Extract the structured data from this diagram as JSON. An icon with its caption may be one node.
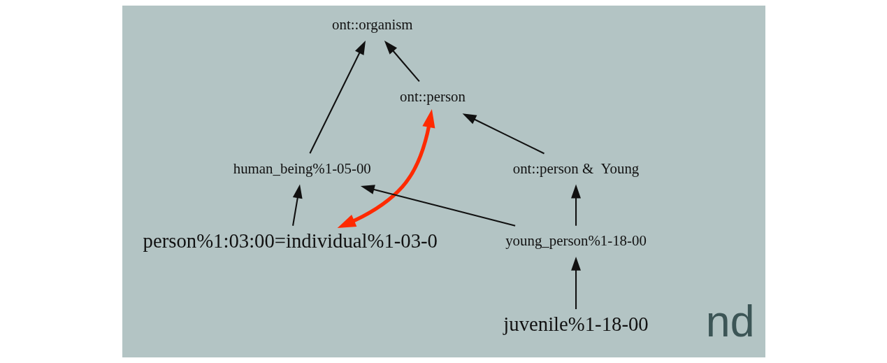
{
  "diagram": {
    "nodes": [
      {
        "text": [
          "ont::organism"
        ]
      },
      {
        "text": [
          "human_being%1-05-00"
        ]
      },
      {
        "text": [
          "ont::person"
        ]
      },
      {
        "text": [
          "ont::person &  Young"
        ]
      },
      {
        "text": [
          "person%1:03:00=individual%1-03-0"
        ]
      },
      {
        "text": [
          "young_person%1-18-00"
        ]
      },
      {
        "text": [
          "juvenile%1-18-00"
        ]
      }
    ],
    "edges": [
      {
        "from": 1,
        "to": 0,
        "arrow": "to"
      },
      {
        "from": 2,
        "to": 0,
        "arrow": "to"
      },
      {
        "from": 4,
        "to": 1,
        "arrow": "to"
      },
      {
        "from": 5,
        "to": 1,
        "arrow": "to"
      },
      {
        "from": 4,
        "to": 2,
        "arrow": "both",
        "style": "thick",
        "color": "#ff2a00"
      },
      {
        "from": 3,
        "to": 2,
        "arrow": "to"
      },
      {
        "from": 5,
        "to": 3,
        "arrow": "to"
      },
      {
        "from": 6,
        "to": 5,
        "arrow": "to"
      }
    ],
    "labels": [
      "nd"
    ]
  }
}
